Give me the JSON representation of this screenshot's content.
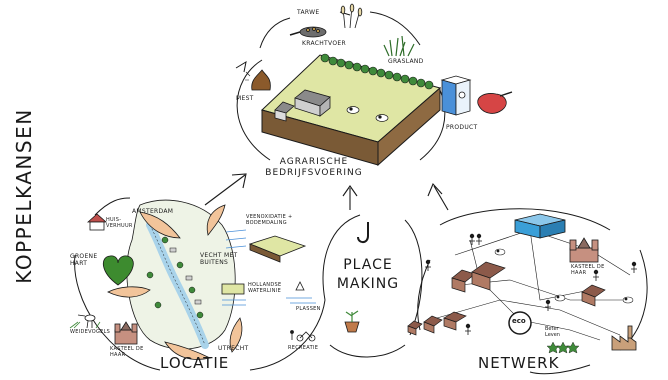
{
  "title": "Koppelkansen",
  "farm": {
    "center_label_line1": "Agrarische",
    "center_label_line2": "Bedrijfsvoering",
    "items": {
      "tarwe": "Tarwe",
      "krachtvoer": "Krachtvoer",
      "grasland": "Grasland",
      "mest": "Mest",
      "product": "Product"
    }
  },
  "locatie": {
    "label": "Locatie",
    "places": {
      "amsterdam": "Amsterdam",
      "utrecht": "Utrecht",
      "vecht_met_buitens": "Vecht met buitens",
      "groene_hart": "Groene hart",
      "kasteel": "Kasteel de Haar",
      "weidevogels": "Weidevogels",
      "hutsverhuur": "Huis-verhuur",
      "veenoxidatie": "Veenoxidatie + bodemdaling",
      "waterlinie": "Hollandse waterlinie",
      "plassen": "Plassen",
      "recreatie": "Recreatie"
    }
  },
  "placemaking": {
    "line1": "Place",
    "line2": "Making"
  },
  "netwerk": {
    "label": "Netwerk",
    "kasteel": "Kasteel de Haar",
    "beter_leven": "Beter Leven",
    "eco": "eco"
  },
  "colors": {
    "ink": "#1a1a1a",
    "arrow_fill": "#f2c49a",
    "water": "#a9d3ea",
    "green": "#3f8a3a",
    "heart": "#3d8b2f",
    "land": "#dfe6a4",
    "soil": "#7a5a36",
    "meat": "#d64545",
    "building": "#3a9fd8"
  }
}
